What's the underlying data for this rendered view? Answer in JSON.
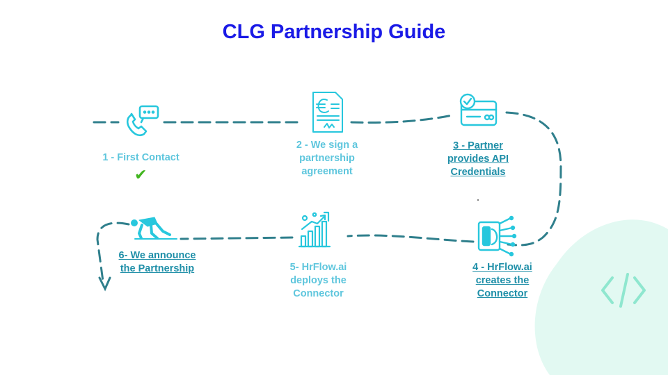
{
  "title": "CLG Partnership Guide",
  "steps": [
    {
      "label": "1 - First Contact",
      "icon": "phone-chat-icon",
      "status": "✔"
    },
    {
      "label": "2 - We sign a partnership agreement",
      "icon": "contract-euro-icon"
    },
    {
      "label": " 3 - Partner provides API Credentials",
      "icon": "credit-card-check-icon"
    },
    {
      "label": "4 - HrFlow.ai creates the Connector",
      "icon": "ai-chip-connector-icon"
    },
    {
      "label": "5- HrFlow.ai deploys the Connector",
      "icon": "growth-bars-icon"
    },
    {
      "label": "6- We announce the Partnership",
      "icon": "sprinter-start-icon"
    }
  ],
  "decorations": {
    "code_icon": "code-brackets-icon"
  },
  "colors": {
    "title": "#1a1ae6",
    "path": "#2f7f8c",
    "icon": "#27c7dd",
    "label": "#5ec6dd",
    "link": "#1f8fa8",
    "check": "#41b51f",
    "blob": "#dff8f1"
  }
}
